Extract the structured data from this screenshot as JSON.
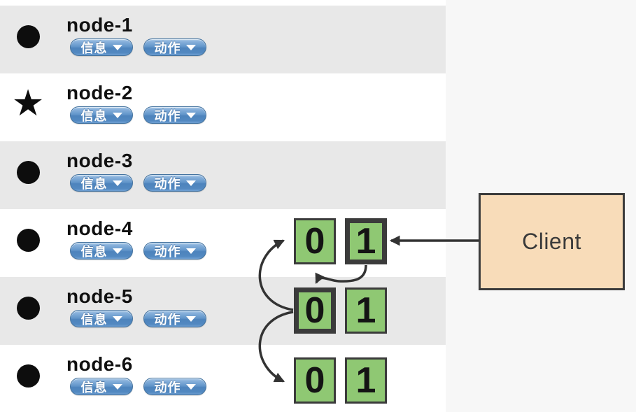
{
  "node_list": {
    "rows": [
      {
        "name": "node-1",
        "icon": "circle"
      },
      {
        "name": "node-2",
        "icon": "star"
      },
      {
        "name": "node-3",
        "icon": "circle"
      },
      {
        "name": "node-4",
        "icon": "circle"
      },
      {
        "name": "node-5",
        "icon": "circle"
      },
      {
        "name": "node-6",
        "icon": "circle"
      }
    ],
    "button_labels": {
      "info": "信息",
      "action": "动作"
    }
  },
  "icons": {
    "star": "★",
    "dropdown_caret": "▼",
    "circle": "●"
  },
  "diagram": {
    "client_label": "Client",
    "bit_rows": [
      {
        "cells": [
          {
            "value": "0",
            "highlighted": false
          },
          {
            "value": "1",
            "highlighted": true
          }
        ]
      },
      {
        "cells": [
          {
            "value": "0",
            "highlighted": true
          },
          {
            "value": "1",
            "highlighted": false
          }
        ]
      },
      {
        "cells": [
          {
            "value": "0",
            "highlighted": false
          },
          {
            "value": "1",
            "highlighted": false
          }
        ]
      }
    ],
    "arrows": [
      {
        "from": "client",
        "to": "row1-bit2"
      },
      {
        "from": "row1-bit2",
        "to": "row2-bit1"
      },
      {
        "from": "row2-bit1",
        "to": "row1-bit1"
      },
      {
        "from": "row2-bit1",
        "to": "row3-bit1"
      }
    ]
  },
  "colors": {
    "row_stripe": "#e8e8e8",
    "right_panel_bg": "#f7f7f7",
    "button_blue": "#5e93c8",
    "bit_green": "#8fc873",
    "box_border": "#3b3b3b",
    "client_fill": "#f8dcb9",
    "arrow": "#333333",
    "icon_black": "#0d0d0d"
  }
}
